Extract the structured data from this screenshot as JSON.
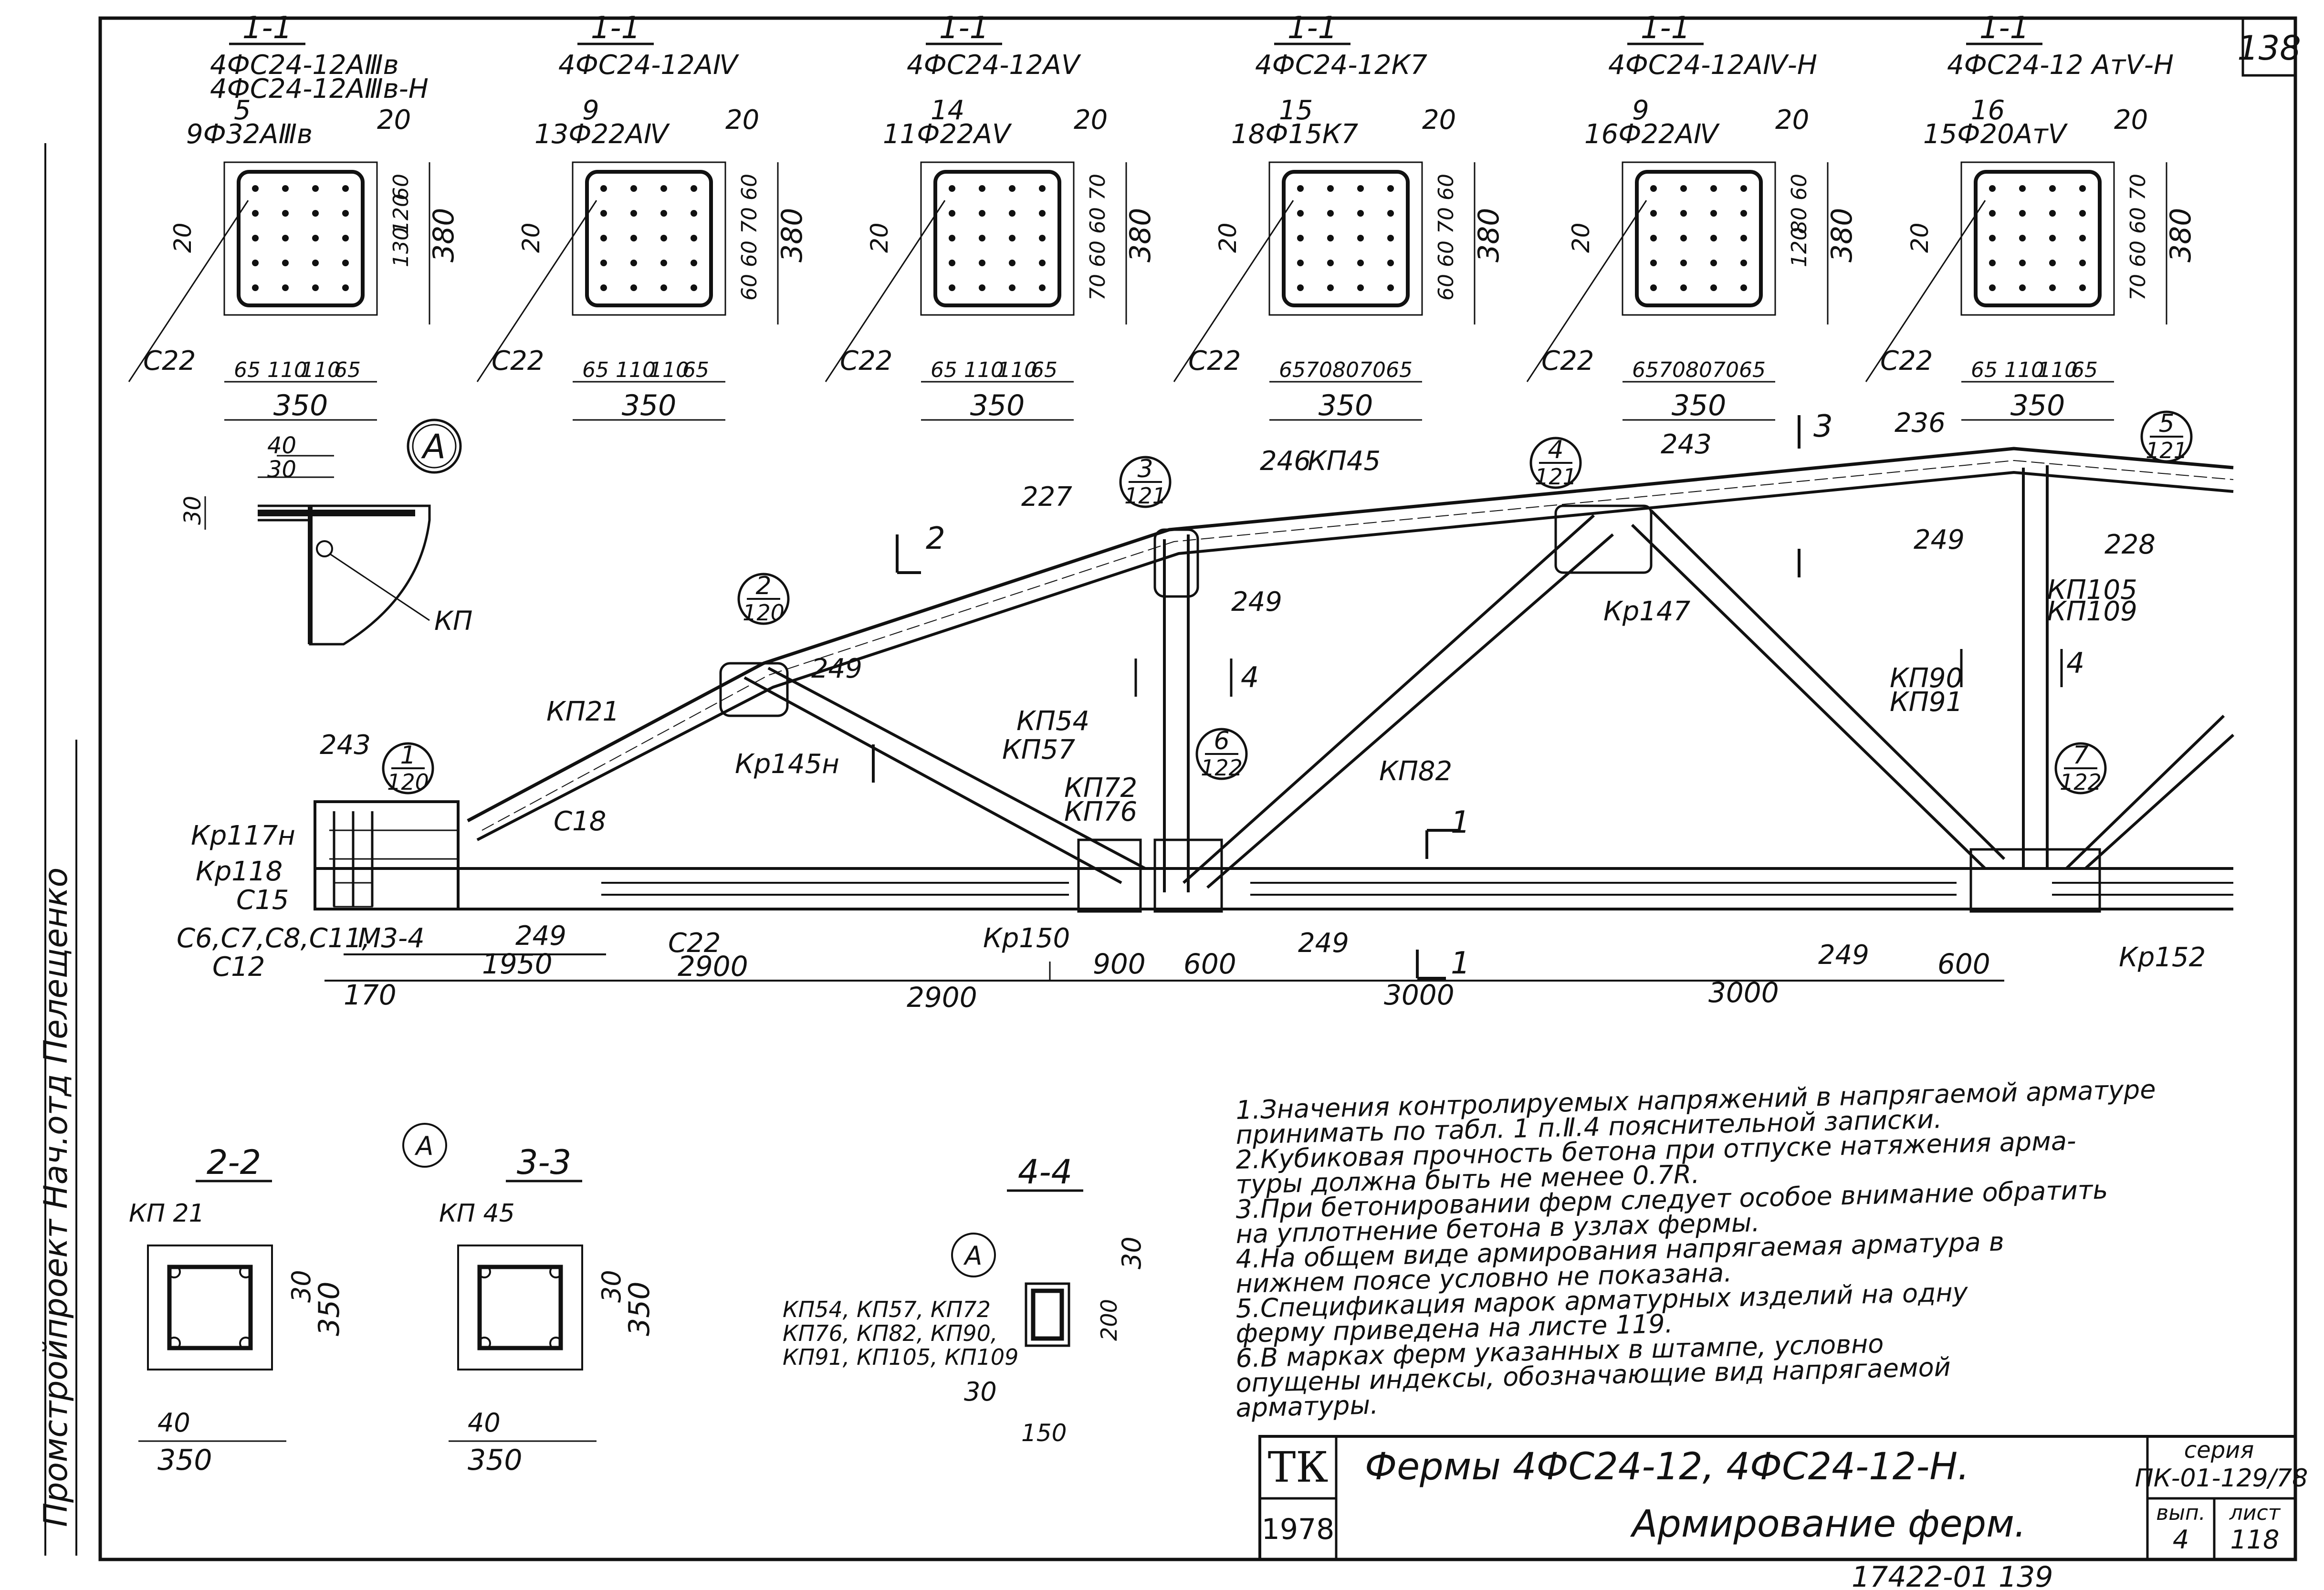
{
  "sheet_number": "138",
  "left_margin_text": "Промстройпроект  Нач.отд  Пелещенко",
  "sections_top": [
    {
      "title": "1-1",
      "marks": [
        "4ФС24-12АⅢв",
        "4ФС24-12АⅢв-Н"
      ],
      "bars": "9Ф32АⅢв",
      "spacer": "С22",
      "top": "5",
      "cover": "20",
      "widths": [
        "65",
        "110",
        "110",
        "65"
      ],
      "width": "350",
      "height": "380",
      "side": [
        "60",
        "120",
        "130"
      ],
      "right": "20"
    },
    {
      "title": "1-1",
      "marks": [
        "4ФС24-12АⅣ"
      ],
      "bars": "13Ф22АⅣ",
      "spacer": "С22",
      "top": "9",
      "cover": "20",
      "widths": [
        "65",
        "110",
        "110",
        "65"
      ],
      "width": "350",
      "height": "380",
      "side": [
        "60",
        "70",
        "60",
        "60"
      ],
      "right": "20"
    },
    {
      "title": "1-1",
      "marks": [
        "4ФС24-12АⅤ"
      ],
      "bars": "11Ф22АⅤ",
      "spacer": "С22",
      "top": "14",
      "cover": "20",
      "widths": [
        "65",
        "110",
        "110",
        "65"
      ],
      "width": "350",
      "height": "380",
      "side": [
        "70",
        "60",
        "60",
        "70"
      ],
      "right": "20"
    },
    {
      "title": "1-1",
      "marks": [
        "4ФС24-12К7"
      ],
      "bars": "18Ф15К7",
      "spacer": "С22",
      "top": "15",
      "cover": "20",
      "widths": [
        "65",
        "70",
        "80",
        "70",
        "65"
      ],
      "width": "350",
      "height": "380",
      "side": [
        "60",
        "70",
        "60",
        "60"
      ],
      "right": "20"
    },
    {
      "title": "1-1",
      "marks": [
        "4ФС24-12АⅣ-Н"
      ],
      "bars": "16Ф22АⅣ",
      "spacer": "С22",
      "top": "9",
      "cover": "20",
      "widths": [
        "65",
        "70",
        "80",
        "70",
        "65"
      ],
      "width": "350",
      "height": "380",
      "side": [
        "60",
        "80",
        "120"
      ],
      "right": "20"
    },
    {
      "title": "1-1",
      "marks": [
        "4ФС24-12 АтⅤ-Н"
      ],
      "bars": "15Ф20АтⅤ",
      "spacer": "С22",
      "top": "16",
      "cover": "20",
      "widths": [
        "65",
        "110",
        "110",
        "65"
      ],
      "width": "350",
      "height": "380",
      "side": [
        "70",
        "60",
        "60",
        "70"
      ],
      "right": "20"
    }
  ],
  "detail_A": {
    "marker": "А",
    "dims": [
      "40",
      "30",
      "30"
    ],
    "label": "КП"
  },
  "truss": {
    "node_markers": [
      {
        "n": "1",
        "s": "120"
      },
      {
        "n": "2",
        "s": "120"
      },
      {
        "n": "3",
        "s": "121"
      },
      {
        "n": "4",
        "s": "121"
      },
      {
        "n": "5",
        "s": "121"
      },
      {
        "n": "6",
        "s": "122"
      },
      {
        "n": "7",
        "s": "122"
      }
    ],
    "labels": {
      "l243a": "243",
      "kp117": "Кр117н",
      "kp118": "Кр118",
      "c15": "С15",
      "c6": "С6,С7,С8,С11,",
      "c12": "С12",
      "m34": "М3-4",
      "l249a": "249",
      "kp21": "КП21",
      "c18": "С18",
      "kp145": "Кр145н",
      "l249b": "249",
      "l227": "227",
      "l246": "246",
      "kp45": "КП45",
      "l249c": "249",
      "kp54": "КП54",
      "kp57": "КП57",
      "kp72": "КП72",
      "kp76": "КП76",
      "kp82": "КП82",
      "kp147": "Кр147",
      "l243b": "243",
      "l236": "236",
      "l249d": "249",
      "l228": "228",
      "kp105": "КП105",
      "kp109": "КП109",
      "kp90": "КП90",
      "kp91": "КП91",
      "c22": "С22",
      "kp150": "Кр150",
      "l249e": "249",
      "l249f": "249",
      "kp152": "Кр152"
    },
    "cut_labels": {
      "c1": "1",
      "c2": "2",
      "c3": "3",
      "c4": "4"
    },
    "dims": {
      "d170": "170",
      "d1950": "1950",
      "d2900a": "2900",
      "d2900b": "2900",
      "d900": "900",
      "d600a": "600",
      "d3000a": "3000",
      "d3000b": "3000",
      "d600b": "600"
    }
  },
  "sections_bottom": [
    {
      "title": "2-2",
      "bar": "КП 21",
      "d30": "30",
      "d350v": "350",
      "d40": "40",
      "d350h": "350"
    },
    {
      "title": "3-3",
      "bar": "КП 45",
      "marker": "А",
      "d30": "30",
      "d350v": "350",
      "d40": "40",
      "d350h": "350"
    },
    {
      "title": "4-4",
      "marker": "А",
      "bars": [
        "КП54, КП57, КП72",
        "КП76, КП82, КП90,",
        "КП91, КП105, КП109"
      ],
      "d30a": "30",
      "d200": "200",
      "d30b": "30",
      "d150": "150"
    }
  ],
  "notes": [
    "1.Значения контролируемых напряжений в напрягаемой арматуре",
    "принимать по табл. 1 п.Ⅱ.4 пояснительной записки.",
    "2.Кубиковая прочность бетона при отпуске натяжения арма-",
    "туры должна быть не менее 0.7R.",
    "3.При бетонировании ферм следует особое внимание обратить",
    "на уплотнение бетона в узлах фермы.",
    "4.На общем виде армирования напрягаемая арматура в",
    "нижнем поясе условно не показана.",
    "5.Спецификация марок арматурных изделий на одну",
    "ферму приведена на листе 119.",
    "6.В марках ферм указанных в штампе, условно",
    "опущены индексы, обозначающие вид напрягаемой",
    "арматуры."
  ],
  "title_block": {
    "logo": "ТК",
    "year": "1978",
    "title1": "Фермы 4ФС24-12, 4ФС24-12-Н.",
    "title2": "Армирование ферм.",
    "series_label": "серия",
    "series": "ПК-01-129/78",
    "issue_label": "вып.",
    "issue": "4",
    "sheet_label": "лист",
    "sheet": "118"
  },
  "bottom_code": "17422-01    139"
}
